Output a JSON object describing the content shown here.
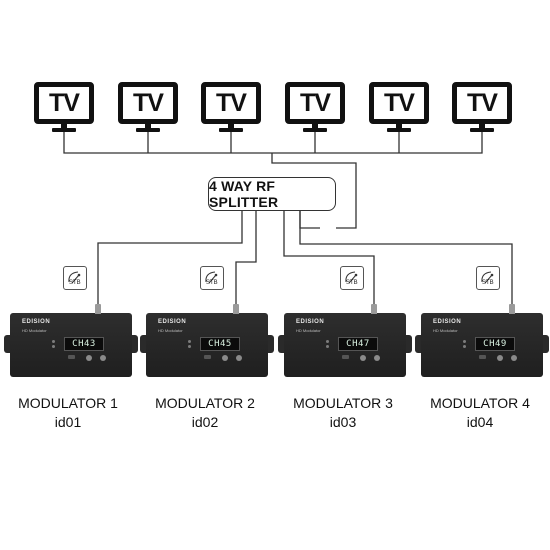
{
  "tvs": [
    {
      "label": "TV"
    },
    {
      "label": "TV"
    },
    {
      "label": "TV"
    },
    {
      "label": "TV"
    },
    {
      "label": "TV"
    },
    {
      "label": "TV"
    }
  ],
  "splitter": {
    "label": "4 WAY RF SPLITTER"
  },
  "modulators": [
    {
      "name": "MODULATOR 1",
      "id": "id01",
      "channel": "CH43",
      "stb": "STB",
      "brand": "EDISION",
      "model": "HD Modulator"
    },
    {
      "name": "MODULATOR 2",
      "id": "id02",
      "channel": "CH45",
      "stb": "STB",
      "brand": "EDISION",
      "model": "HD Modulator"
    },
    {
      "name": "MODULATOR 3",
      "id": "id03",
      "channel": "CH47",
      "stb": "STB",
      "brand": "EDISION",
      "model": "HD Modulator"
    },
    {
      "name": "MODULATOR 4",
      "id": "id04",
      "channel": "CH49",
      "stb": "STB",
      "brand": "EDISION",
      "model": "HD Modulator"
    }
  ]
}
